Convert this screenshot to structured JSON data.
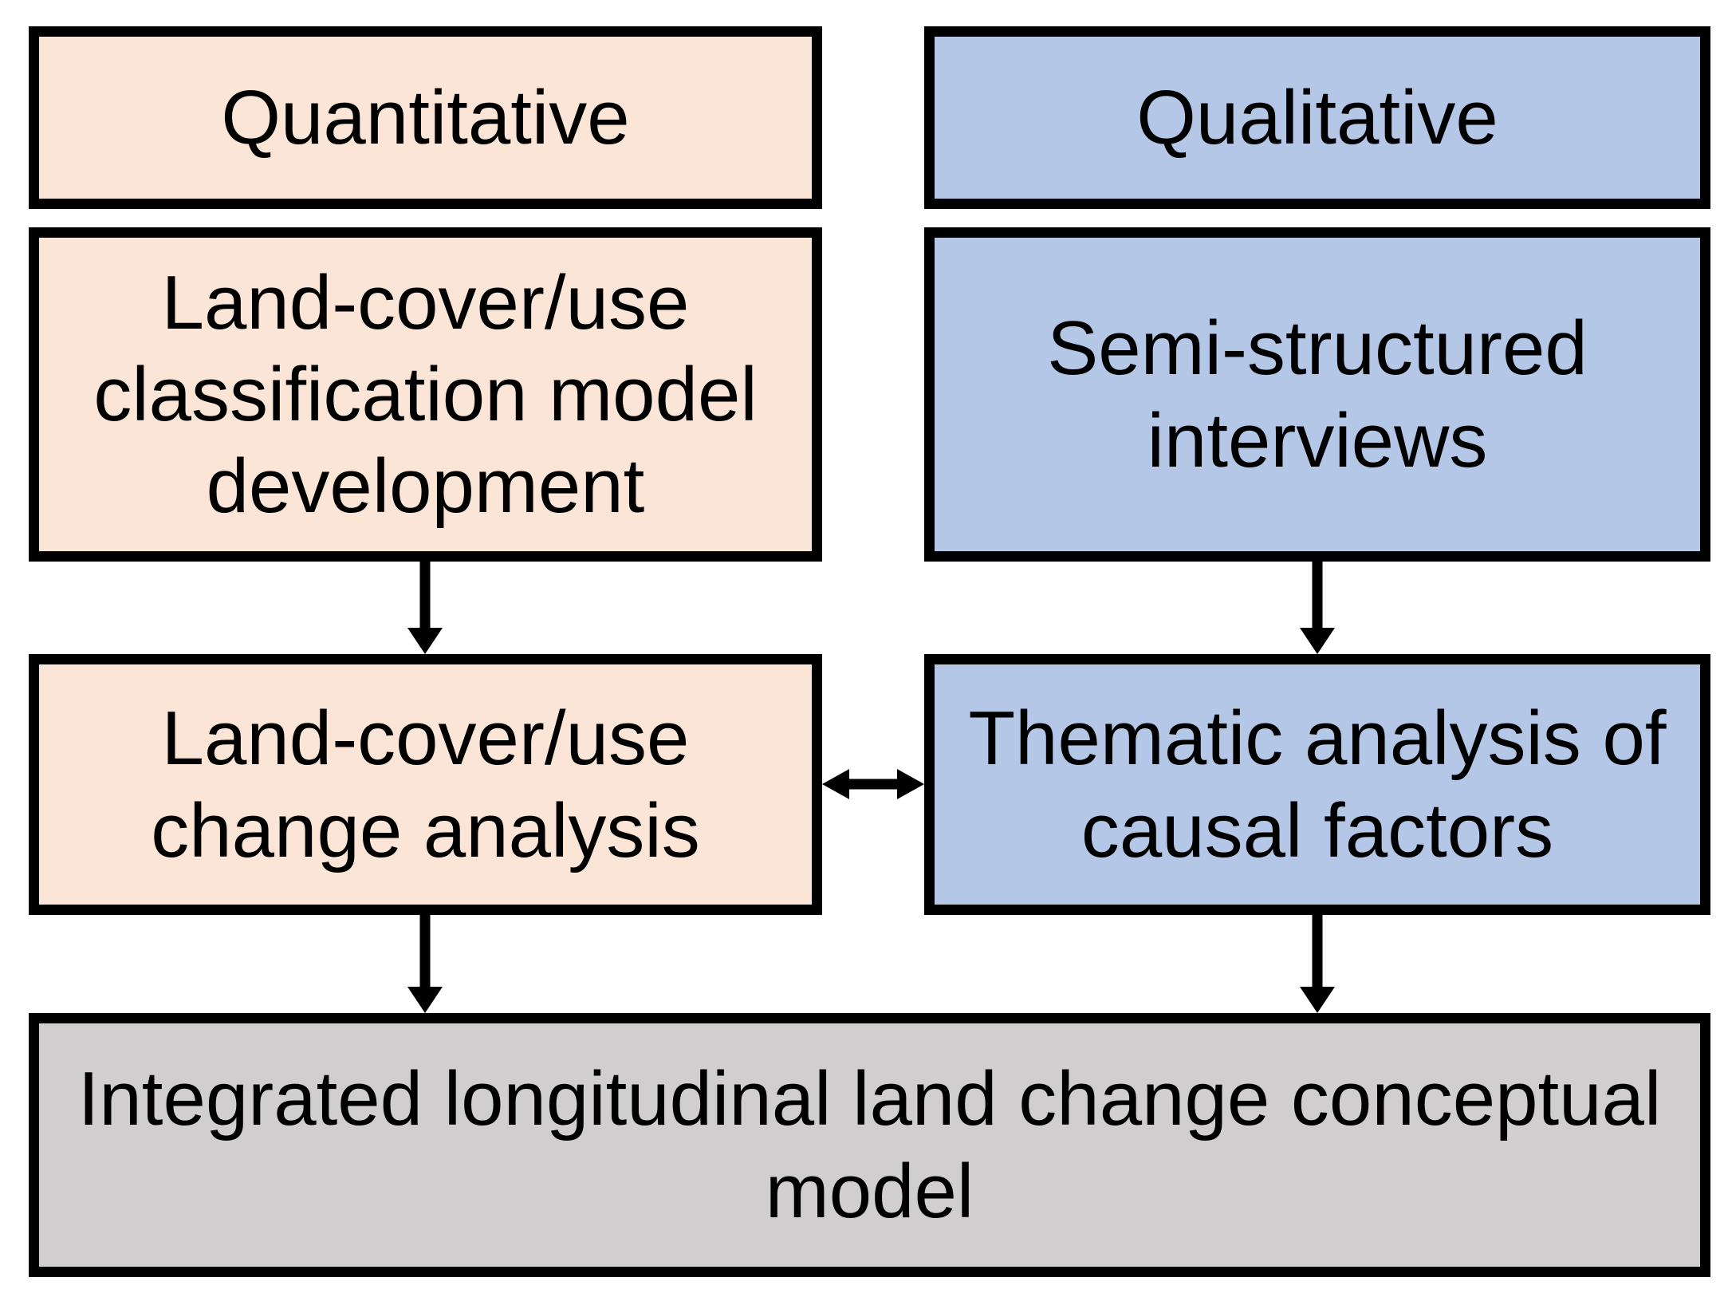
{
  "diagram": {
    "title_implicit": "Mixed-methods land change study workflow",
    "columns": {
      "quantitative": {
        "header": "Quantitative",
        "step1": "Land-cover/use\nclassification model\ndevelopment",
        "step2": "Land-cover/use\nchange analysis"
      },
      "qualitative": {
        "header": "Qualitative",
        "step1": "Semi-structured\ninterviews",
        "step2": "Thematic analysis of\ncausal factors"
      },
      "integration": {
        "result": "Integrated longitudinal land change conceptual\nmodel"
      }
    },
    "arrows": {
      "classification_to_change": "down",
      "interviews_to_thematic": "down",
      "change_to_integrated": "down",
      "thematic_to_integrated": "down",
      "change_thematic_link": "double-headed-horizontal"
    },
    "colors": {
      "quantitative_fill": "#FBE5D6",
      "qualitative_fill": "#B4C7E7",
      "integrated_fill": "#D0CECE",
      "border": "#000000",
      "text": "#000000",
      "background": "#FFFFFF"
    }
  }
}
